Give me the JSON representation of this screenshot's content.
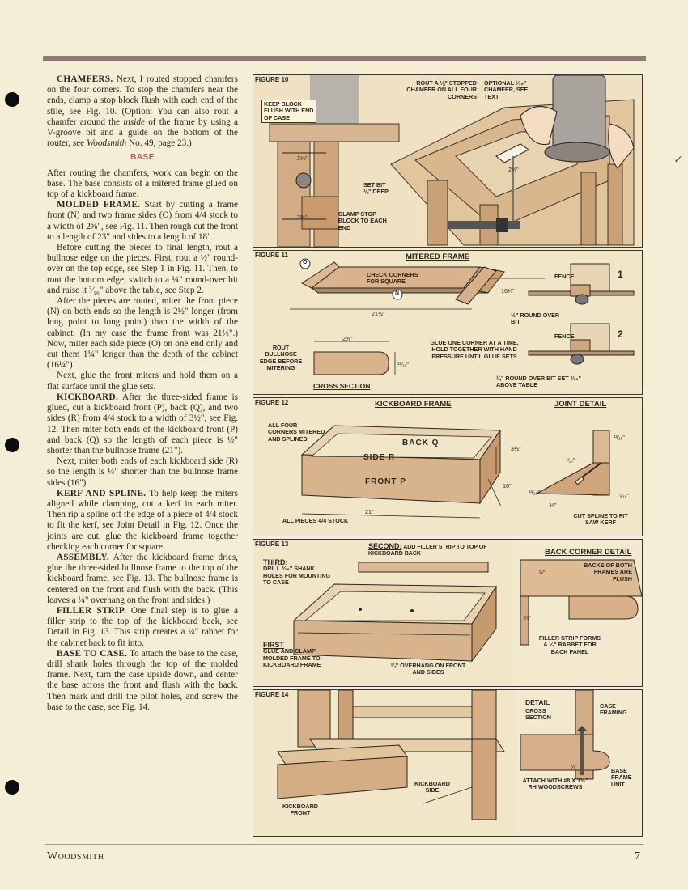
{
  "article": {
    "p1_head": "CHAMFERS.",
    "p1_body": " Next, I routed stopped chamfers on the four corners. To stop the chamfers near the ends, clamp a stop block flush with each end of the stile, see Fig. 10. (Option: You can also rout a chamfer around the ",
    "p1_em": "inside",
    "p1_body2": " of the frame by using a V-groove bit and a guide on the bottom of the router, see ",
    "p1_ref": "Woodsmith",
    "p1_body3": " No. 49, page 23.)",
    "section_base": "BASE",
    "p2": "After routing the chamfers, work can begin on the base. The base consists of a mitered frame glued on top of a kickboard frame.",
    "p3_head": "MOLDED FRAME.",
    "p3_body": " Start by cutting a frame front (N) and two frame sides (O) from 4/4 stock to a width of 2⅝\", see Fig. 11. Then rough cut the front to a length of 23\" and sides to a length of 18\".",
    "p4": "Before cutting the pieces to final length, rout a bullnose edge on the pieces. First, rout a ½\" round-over on the top edge, see Step 1 in Fig. 11. Then, to rout the bottom edge, switch to a ¼\" round-over bit and raise it ³⁄₁₆\" above the table, see Step 2.",
    "p5": "After the pieces are routed, miter the front piece (N) on both ends so the length is 2½\" longer (from long point to long point) than the width of the cabinet. (In my case the frame front was 21½\".) Now, miter each side piece (O) on one end only and cut them 1¼\" longer than the depth of the cabinet (16¼\").",
    "p6": "Next, glue the front miters and hold them on a flat surface until the glue sets.",
    "p7_head": "KICKBOARD.",
    "p7_body": " After the three-sided frame is glued, cut a kickboard front (P), back (Q), and two sides (R) from 4/4 stock to a width of 3½\", see Fig. 12. Then miter both ends of the kickboard front (P) and back (Q) so the length of each piece is ½\" shorter than the bullnose frame (21\").",
    "p8": "Next, miter both ends of each kickboard side (R) so the length is ¼\" shorter than the bullnose frame sides (16\").",
    "p9_head": "KERF AND SPLINE.",
    "p9_body": " To help keep the miters aligned while clamping, cut a kerf in each miter. Then rip a spline off the edge of a piece of 4/4 stock to fit the kerf, see Joint Detail in Fig. 12. Once the joints are cut, glue the kickboard frame together checking each corner for square.",
    "p10_head": "ASSEMBLY.",
    "p10_body": " After the kickboard frame dries, glue the three-sided bullnose frame to the top of the kickboard frame, see Fig. 13. The bullnose frame is centered on the front and flush with the back. (This leaves a ¼\" overhang on the front and sides.)",
    "p11_head": "FILLER STRIP.",
    "p11_body": " One final step is to glue a filler strip to the top of the kickboard back, see Detail in Fig. 13. This strip creates a ¼\" rabbet for the cabinet back to fit into.",
    "p12_head": "BASE TO CASE.",
    "p12_body": " To attach the base to the case, drill shank holes through the top of the molded frame. Next, turn the case upside down, and center the base across the front and flush with the back. Then mark and drill the pilot holes, and screw the base to the case, see Fig. 14."
  },
  "fig10": {
    "num": "FIGURE 10",
    "l1": "KEEP BLOCK FLUSH WITH END OF CASE",
    "l2": "ROUT A ⅛\" STOPPED CHAMFER ON ALL FOUR CORNERS",
    "l3": "OPTIONAL ¹⁄₁₆\" CHAMFER, SEE TEXT",
    "l4": "SET BIT ⅛\" DEEP",
    "l5": "CLAMP STOP BLOCK TO EACH END",
    "d1": "2⅛\"",
    "d2": "2½\"",
    "d3": "2⅛\""
  },
  "fig11": {
    "num": "FIGURE 11",
    "title": "MITERED FRAME",
    "l1": "CHECK CORNERS FOR SQUARE",
    "l2": "GLUE ONE CORNER AT A TIME, HOLD TOGETHER WITH HAND PRESSURE UNTIL GLUE SETS",
    "l3": "ROUT BULLNOSE EDGE BEFORE MITERING",
    "l4": "½\" ROUND OVER BIT",
    "l5": "¼\" ROUND OVER BIT SET ³⁄₁₆\" ABOVE TABLE",
    "fence1": "FENCE",
    "fence2": "FENCE",
    "step1": "1",
    "step2": "2",
    "cross": "CROSS SECTION",
    "partO": "O",
    "partN": "N",
    "d_len": "21½\"",
    "d_side": "16¼\"",
    "d_w": "2⅝\"",
    "d_t": "¹³⁄₁₆\""
  },
  "fig12": {
    "num": "FIGURE 12",
    "title": "KICKBOARD FRAME",
    "title2": "JOINT DETAIL",
    "l1": "ALL FOUR CORNERS MITERED AND SPLINED",
    "l2": "ALL PIECES 4/4 STOCK",
    "l3": "CUT SPLINE TO FIT SAW KERF",
    "back": "BACK",
    "side": "SIDE",
    "front": "FRONT",
    "pQ": "Q",
    "pR": "R",
    "pP": "P",
    "d_len": "21\"",
    "d_dep": "16\"",
    "d_h": "3½\"",
    "j1": "¹³⁄₁₆\"",
    "j2": "¹³⁄₁₆\"",
    "j3": "³⁄₁₆\"",
    "j4": "⅛\"",
    "j5": "⁵⁄₁₆\""
  },
  "fig13": {
    "num": "FIGURE 13",
    "second_h": "SECOND:",
    "second": "ADD FILLER STRIP TO TOP OF KICKBOARD BACK",
    "third_h": "THIRD:",
    "third": "DRILL ³⁄₁₆\" SHANK HOLES FOR MOUNTING TO CASE",
    "first_h": "FIRST",
    "first": "GLUE AND CLAMP MOLDED FRAME TO KICKBOARD FRAME",
    "overhang": "¼\" OVERHANG ON FRONT AND SIDES",
    "detail_title": "BACK CORNER DETAIL",
    "detail1": "BACKS OF BOTH FRAMES ARE FLUSH",
    "detail2": "FILLER STRIP FORMS A ¼\" RABBET FOR BACK PANEL",
    "dd1": "⅞\"",
    "dd2": "¼\""
  },
  "fig14": {
    "num": "FIGURE 14",
    "l1": "KICKBOARD SIDE",
    "l2": "KICKBOARD FRONT",
    "detail_title": "DETAIL",
    "detail_sub": "CROSS SECTION",
    "d1": "CASE FRAMING",
    "d2": "BASE FRAME UNIT",
    "d3": "ATTACH WITH #8 x 1½\" Rh WOODSCREWS",
    "dd": "⅞\""
  },
  "footer": {
    "brand": "Woodsmith",
    "page": "7"
  }
}
